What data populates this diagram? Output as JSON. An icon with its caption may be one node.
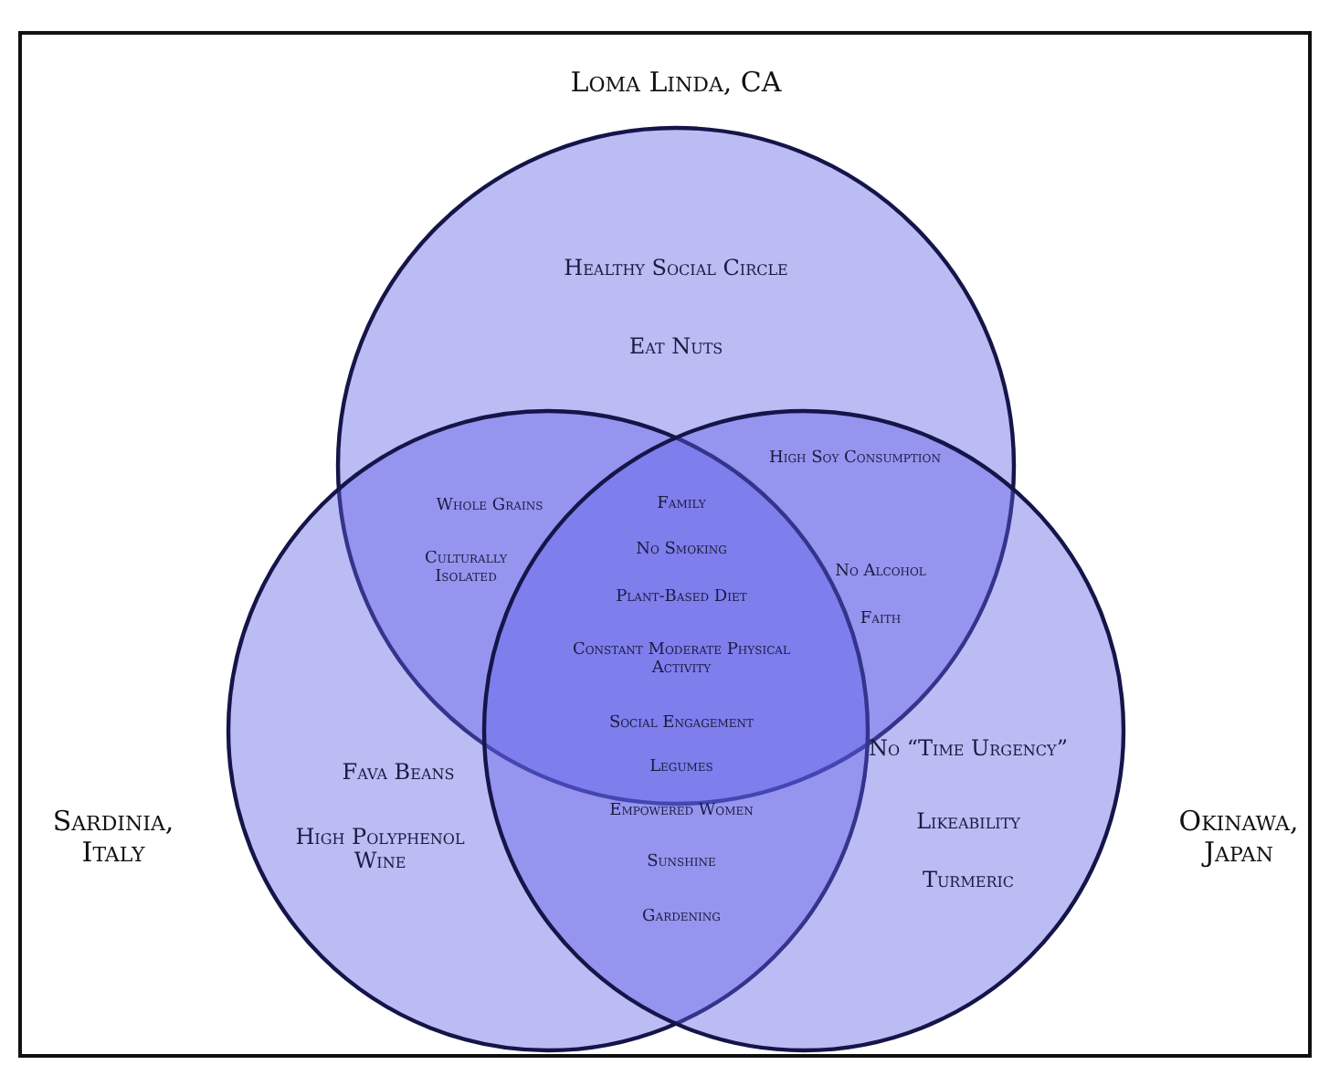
{
  "diagram": {
    "nodes": [
      {
        "text": [
          "Loma Linda, CA",
          "Healthy Social Circle",
          "Eat Nuts"
        ]
      },
      {
        "text": [
          "Sardinia, Italy",
          "Fava Beans",
          "High Polyphenol Wine"
        ]
      },
      {
        "text": [
          "Okinawa, Japan",
          "No “Time Urgency”",
          "Likeability",
          "Turmeric"
        ]
      }
    ],
    "labels": [
      "High Soy Consumption",
      "Whole Grains",
      "Family",
      "No Smoking",
      "Culturally Isolated",
      "No Alcohol",
      "Plant-Based Diet",
      "Faith",
      "Constant Moderate Physical Activity",
      "Social Engagement",
      "Legumes",
      "Empowered Women",
      "Sunshine",
      "Gardening"
    ]
  }
}
